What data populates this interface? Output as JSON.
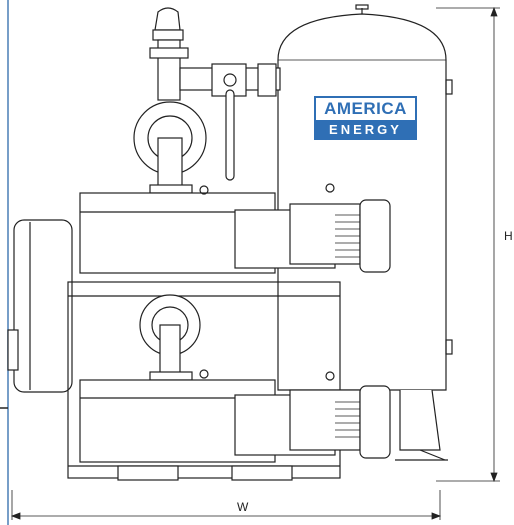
{
  "logo": {
    "line1": "AMERICA",
    "line2": "ENERGY"
  },
  "dimensions": {
    "width_label": "W",
    "height_label": "H"
  },
  "colors": {
    "line": "#222222",
    "accent": "#2f6fb5",
    "frame": "#4a7fb5"
  }
}
